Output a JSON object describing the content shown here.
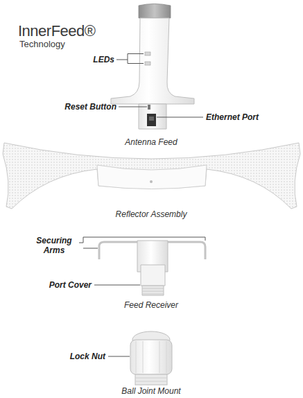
{
  "diagram": {
    "title": "InnerFeed®",
    "labels": [
      "Technology",
      "LEDs",
      "Reset Button",
      "Ethernet Port",
      "Antenna Feed",
      "Reflector Assembly",
      "Securing Arms",
      "Port Cover",
      "Feed Receiver",
      "Lock Nut",
      "Ball Joint Mount"
    ]
  }
}
